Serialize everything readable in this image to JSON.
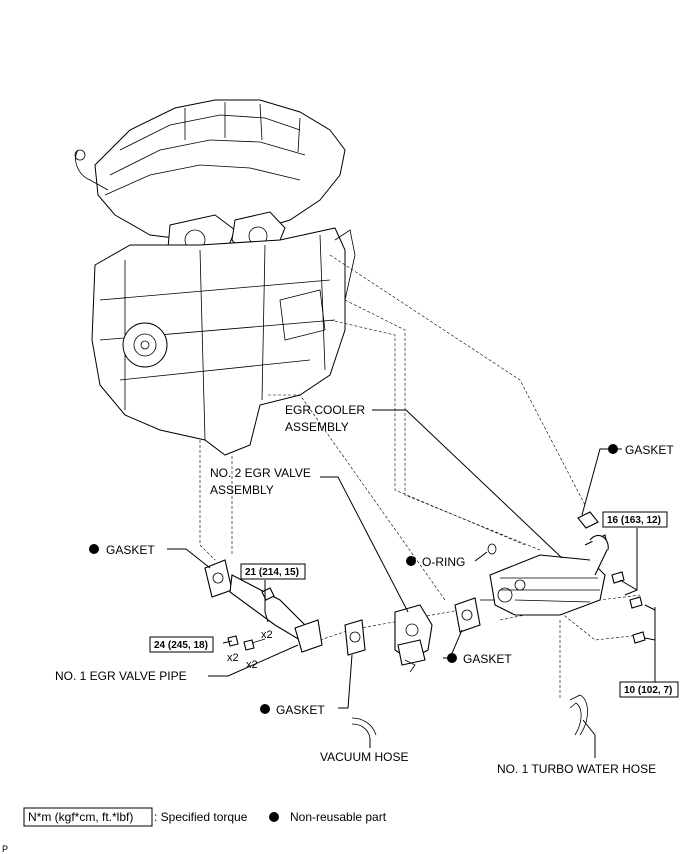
{
  "labels": {
    "egr_cooler": [
      "EGR COOLER",
      "ASSEMBLY"
    ],
    "gasket_top": "GASKET",
    "egr_valve": [
      "NO. 2 EGR VALVE",
      "ASSEMBLY"
    ],
    "o_ring": "O-RING",
    "gasket_left": "GASKET",
    "gasket_right": "GASKET",
    "gasket_bottom": "GASKET",
    "egr_pipe": "NO. 1 EGR VALVE PIPE",
    "vacuum_hose": "VACUUM HOSE",
    "turbo_hose": "NO. 1 TURBO WATER HOSE"
  },
  "torques": {
    "t16": "16 (163, 12)",
    "t21": "21 (214, 15)",
    "t24": "24 (245, 18)",
    "t10": "10 (102, 7)"
  },
  "multipliers": {
    "m1": "x2",
    "m2": "x2",
    "m3": "x2"
  },
  "legend": {
    "torque_box": "N*m (kgf*cm, ft.*lbf)",
    "torque_desc": ": Specified torque",
    "nonreusable_desc": "Non-reusable part"
  },
  "corner_mark": "P"
}
